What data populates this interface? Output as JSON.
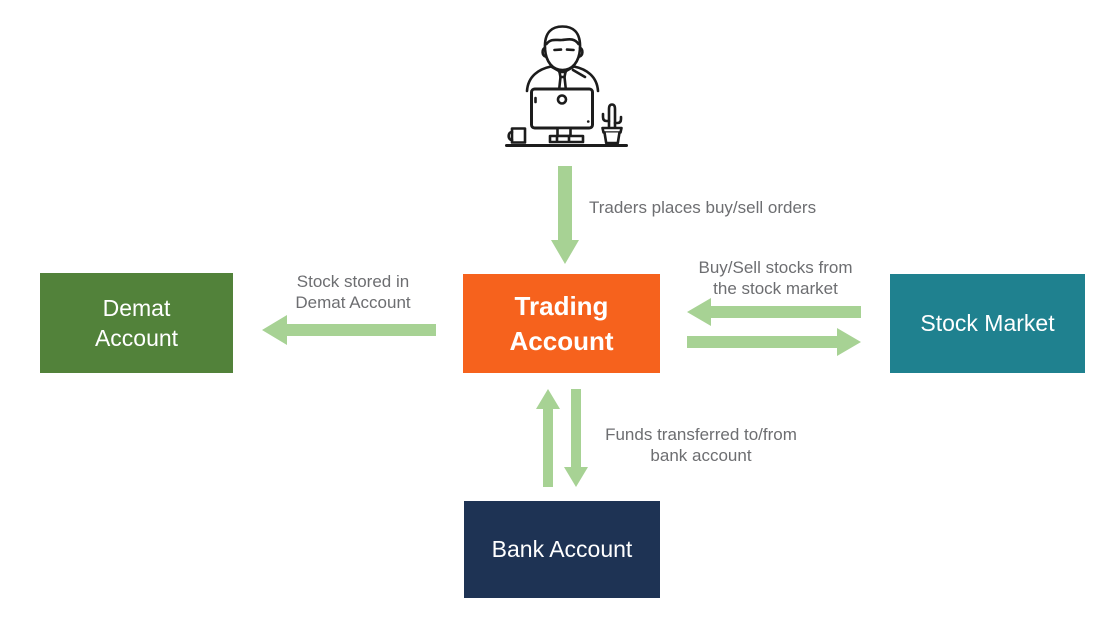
{
  "page": {
    "background": "#ffffff"
  },
  "trader_icon": {
    "name": "person-at-computer-desk"
  },
  "nodes": {
    "trading_account": {
      "line1": "Trading",
      "line2": "Account",
      "color": "#f6621d"
    },
    "demat_account": {
      "line1": "Demat",
      "line2": "Account",
      "color": "#52823a"
    },
    "stock_market": {
      "label": "Stock Market",
      "color": "#1f818f"
    },
    "bank_account": {
      "label": "Bank Account",
      "color": "#1e3354"
    }
  },
  "flow_labels": {
    "orders": "Traders places buy/sell orders",
    "stock_stored": {
      "line1": "Stock stored in",
      "line2": "Demat Account"
    },
    "buy_sell": {
      "line1": "Buy/Sell stocks from",
      "line2": "the stock market"
    },
    "funds": {
      "line1": "Funds transferred to/from",
      "line2": "bank account"
    }
  },
  "edges": [
    {
      "from": "trader",
      "to": "trading_account",
      "direction": "down",
      "label": "orders"
    },
    {
      "from": "trading_account",
      "to": "demat_account",
      "direction": "left",
      "label": "stock_stored"
    },
    {
      "from": "stock_market",
      "to": "trading_account",
      "direction": "left",
      "label": "buy_sell"
    },
    {
      "from": "trading_account",
      "to": "stock_market",
      "direction": "right",
      "label": "buy_sell"
    },
    {
      "from": "bank_account",
      "to": "trading_account",
      "direction": "up",
      "label": "funds"
    },
    {
      "from": "trading_account",
      "to": "bank_account",
      "direction": "down",
      "label": "funds"
    }
  ],
  "colors": {
    "arrow": "#a7d294",
    "label_text": "#6d6e71",
    "node_text": "#ffffff",
    "icon_stroke": "#1c1c1c"
  }
}
